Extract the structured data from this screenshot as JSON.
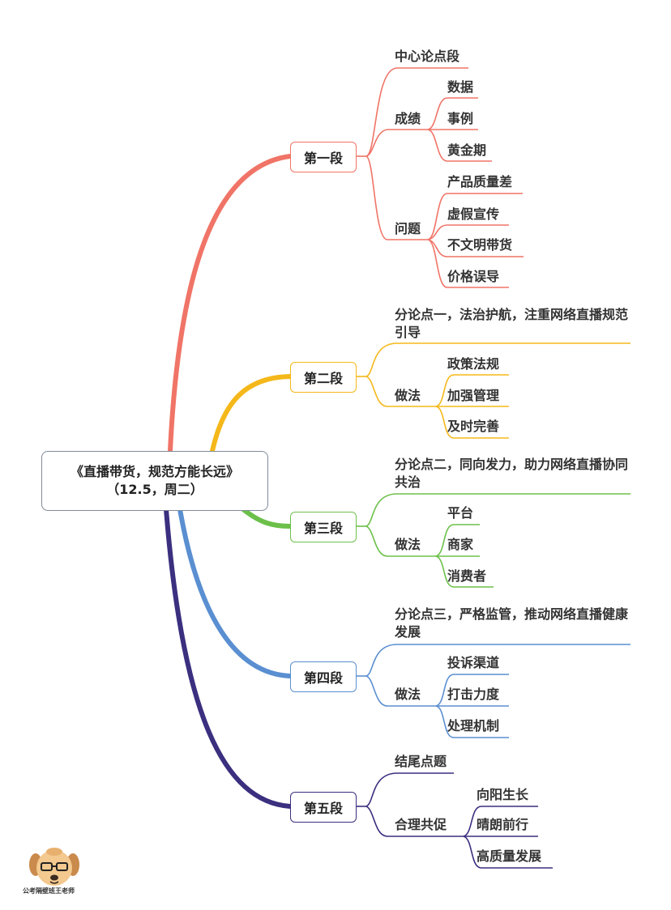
{
  "root": {
    "line1": "《直播带货，规范方能长远》",
    "line2": "（12.5，周二）"
  },
  "sections": [
    {
      "label": "第一段",
      "color": "#f07467",
      "main": "中心论点段",
      "groups": [
        {
          "label": "成绩",
          "items": [
            "数据",
            "事例",
            "黄金期"
          ]
        },
        {
          "label": "问题",
          "items": [
            "产品质量差",
            "虚假宣传",
            "不文明带货",
            "价格误导"
          ]
        }
      ]
    },
    {
      "label": "第二段",
      "color": "#f5b81a",
      "main": "分论点一，法治护航，注重网络直播规范引导",
      "groups": [
        {
          "label": "做法",
          "items": [
            "政策法规",
            "加强管理",
            "及时完善"
          ]
        }
      ]
    },
    {
      "label": "第三段",
      "color": "#6cc04a",
      "main": "分论点二，同向发力，助力网络直播协同共治",
      "groups": [
        {
          "label": "做法",
          "items": [
            "平台",
            "商家",
            "消费者"
          ]
        }
      ]
    },
    {
      "label": "第四段",
      "color": "#5a8fd1",
      "main": "分论点三，严格监管，推动网络直播健康发展",
      "groups": [
        {
          "label": "做法",
          "items": [
            "投诉渠道",
            "打击力度",
            "处理机制"
          ]
        }
      ]
    },
    {
      "label": "第五段",
      "color": "#3b2f7f",
      "main": "结尾点题",
      "groups": [
        {
          "label": "合理共促",
          "items": [
            "向阳生长",
            "晴朗前行",
            "高质量发展"
          ]
        }
      ]
    }
  ],
  "logo_caption": "公考隔壁班王老师"
}
